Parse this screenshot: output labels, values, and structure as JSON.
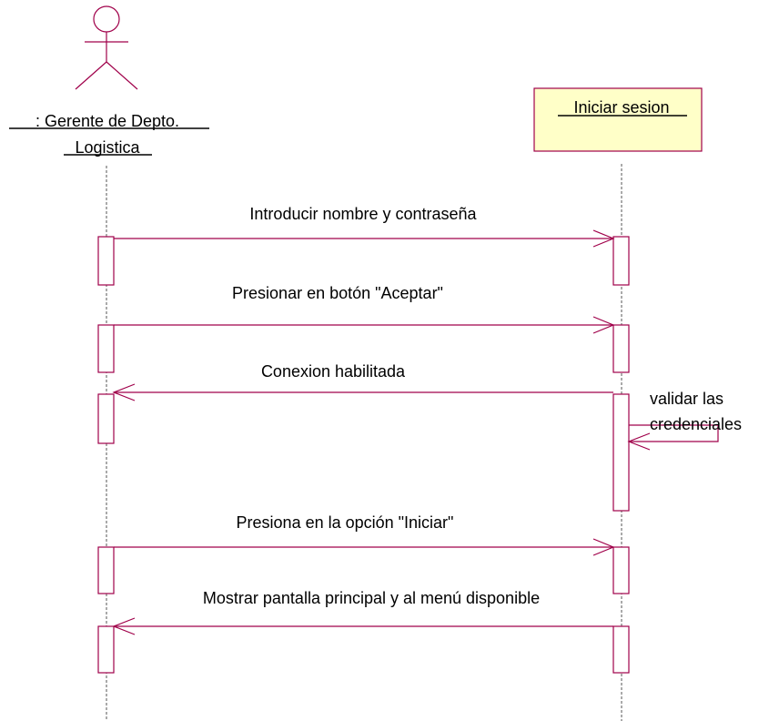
{
  "actor": {
    "name_line1": ": Gerente de Depto.",
    "name_line2": "Logistica",
    "icon": "stick-figure-actor-icon"
  },
  "object": {
    "name": "Iniciar sesion",
    "fill_color": "#ffffc8"
  },
  "messages": [
    {
      "id": "m1",
      "label": "Introducir nombre y contraseña",
      "direction": "to-object"
    },
    {
      "id": "m2",
      "label": "Presionar en botón \"Aceptar\"",
      "direction": "to-object"
    },
    {
      "id": "m3",
      "label": "Conexion habilitada",
      "direction": "to-actor"
    },
    {
      "id": "m4",
      "label_line1": "validar las",
      "label_line2": "credenciales",
      "direction": "self"
    },
    {
      "id": "m5",
      "label": "Presiona en la opción \"Iniciar\"",
      "direction": "to-object"
    },
    {
      "id": "m6",
      "label": "Mostrar pantalla principal y al menú disponible",
      "direction": "to-actor"
    }
  ],
  "colors": {
    "line": "#a0004a",
    "lifeline": "#555555"
  }
}
